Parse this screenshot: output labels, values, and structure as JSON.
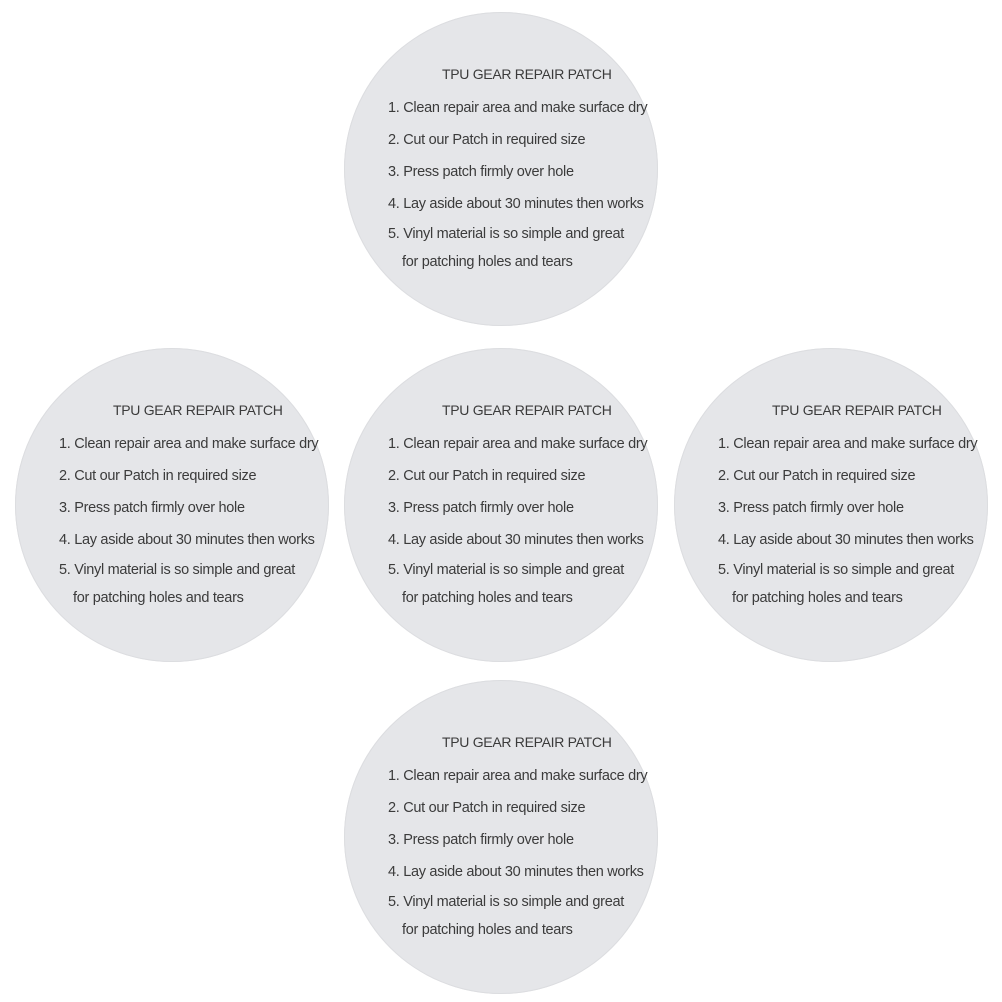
{
  "patch": {
    "title": "TPU GEAR REPAIR PATCH",
    "step1": "1. Clean repair area and make surface dry",
    "step2": "2. Cut our Patch in required size",
    "step3": "3. Press patch firmly over hole",
    "step4": "4. Lay aside about 30 minutes then works",
    "step5_line1": "5. Vinyl material is so simple and great",
    "step5_line2": "for patching holes and tears"
  },
  "colors": {
    "patch_fill": "#e5e6e9",
    "text": "#3b3b3b",
    "background": "#ffffff"
  }
}
